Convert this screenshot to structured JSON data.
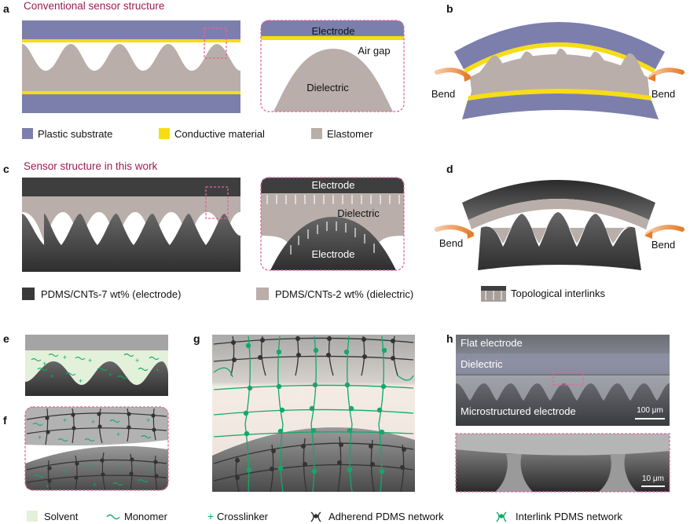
{
  "panels": {
    "a": "a",
    "b": "b",
    "c": "c",
    "d": "d",
    "e": "e",
    "f": "f",
    "g": "g",
    "h": "h"
  },
  "titles": {
    "conventional": "Conventional sensor structure",
    "this_work": "Sensor structure in this work"
  },
  "labels": {
    "electrode": "Electrode",
    "air_gap": "Air gap",
    "dielectric": "Dielectric",
    "bend": "Bend"
  },
  "legend_top": [
    {
      "label": "Plastic substrate",
      "color": "#7c7fac"
    },
    {
      "label": "Conductive material",
      "color": "#f7dc17"
    },
    {
      "label": "Elastomer",
      "color": "#b9aea9"
    }
  ],
  "legend_mid": [
    {
      "label": "PDMS/CNTs-7 wt% (electrode)",
      "color": "#3a3a3a"
    },
    {
      "label": "PDMS/CNTs-2 wt% (dielectric)",
      "color": "#b9aea9"
    },
    {
      "label": "Topological interlinks",
      "color": "#8a8a8a"
    }
  ],
  "sem": {
    "flat_electrode": "Flat electrode",
    "dielectric": "Dielectric",
    "micro_electrode": "Microstructured electrode",
    "scale1": "100 μm",
    "scale2": "10 μm"
  },
  "legend_bottom": [
    {
      "label": "Solvent",
      "color": "#e3f0da"
    },
    {
      "label": "Monomer",
      "color": "#13a86a"
    },
    {
      "label": "Crosslinker",
      "color": "#13a86a"
    },
    {
      "label": "Adherend PDMS network",
      "color": "#2e2e2e"
    },
    {
      "label": "Interlink PDMS network",
      "color": "#13a86a"
    }
  ]
}
